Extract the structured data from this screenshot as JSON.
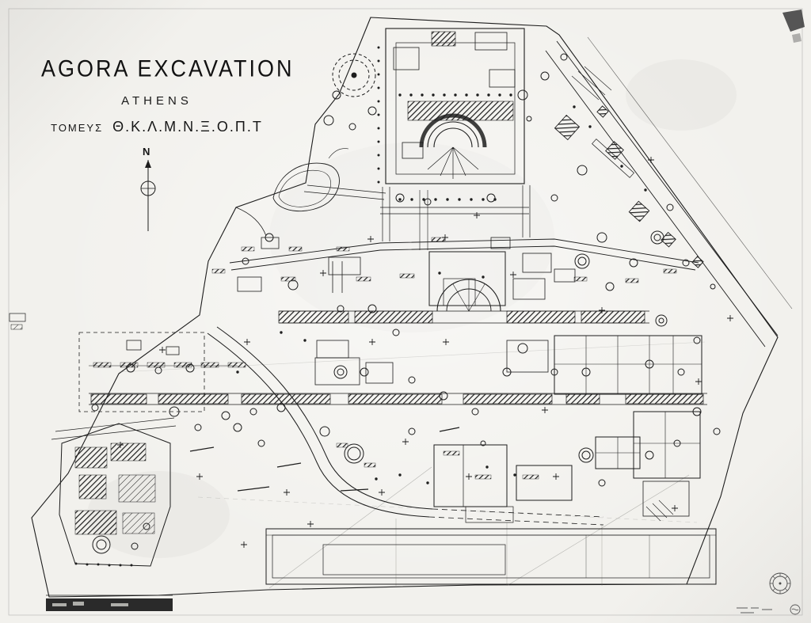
{
  "page": {
    "title": "AGORA EXCAVATION",
    "subtitle": "ATHENS",
    "sector_label": "ΤΟΜΕΥΣ",
    "sector_letters": "Θ.Κ.Λ.Μ.Ν.Ξ.Ο.Π.Τ",
    "compass_label": "N"
  },
  "colors": {
    "paper": "#f0efeb",
    "ink": "#1d1d1d"
  }
}
